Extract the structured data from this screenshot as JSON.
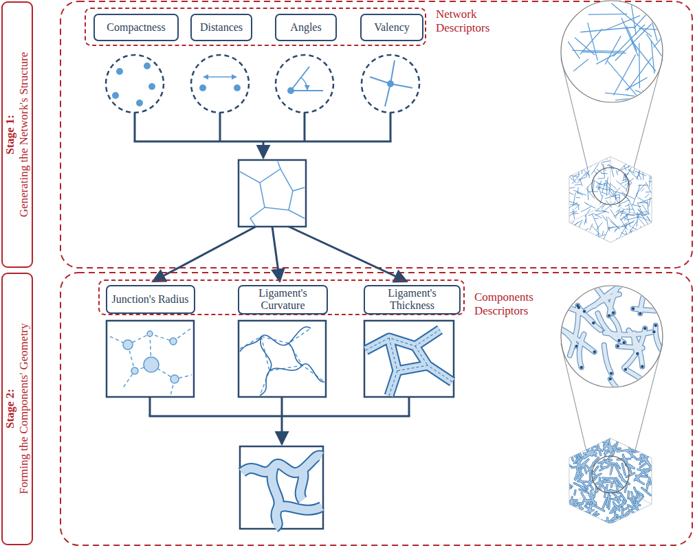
{
  "diagram": {
    "nodes": [
      {
        "text": [
          "Stage 1:",
          "Generating the Network's Structure"
        ]
      },
      {
        "text": [
          "Network Descriptors"
        ]
      },
      {
        "text": [
          "Compactness"
        ],
        "in": 1
      },
      {
        "text": [
          "Distances"
        ],
        "in": 1
      },
      {
        "text": [
          "Angles"
        ],
        "in": 1
      },
      {
        "text": [
          "Valency"
        ],
        "in": 1
      },
      {
        "text": [
          "Stage 2:",
          "Forming the Components' Geometry"
        ]
      },
      {
        "text": [
          "Components Descriptors"
        ]
      },
      {
        "text": [
          "Junction's Radius"
        ],
        "in": 7
      },
      {
        "text": [
          "Ligament's Curvature"
        ],
        "in": 7
      },
      {
        "text": [
          "Ligament's Thickness"
        ],
        "in": 7
      }
    ]
  }
}
